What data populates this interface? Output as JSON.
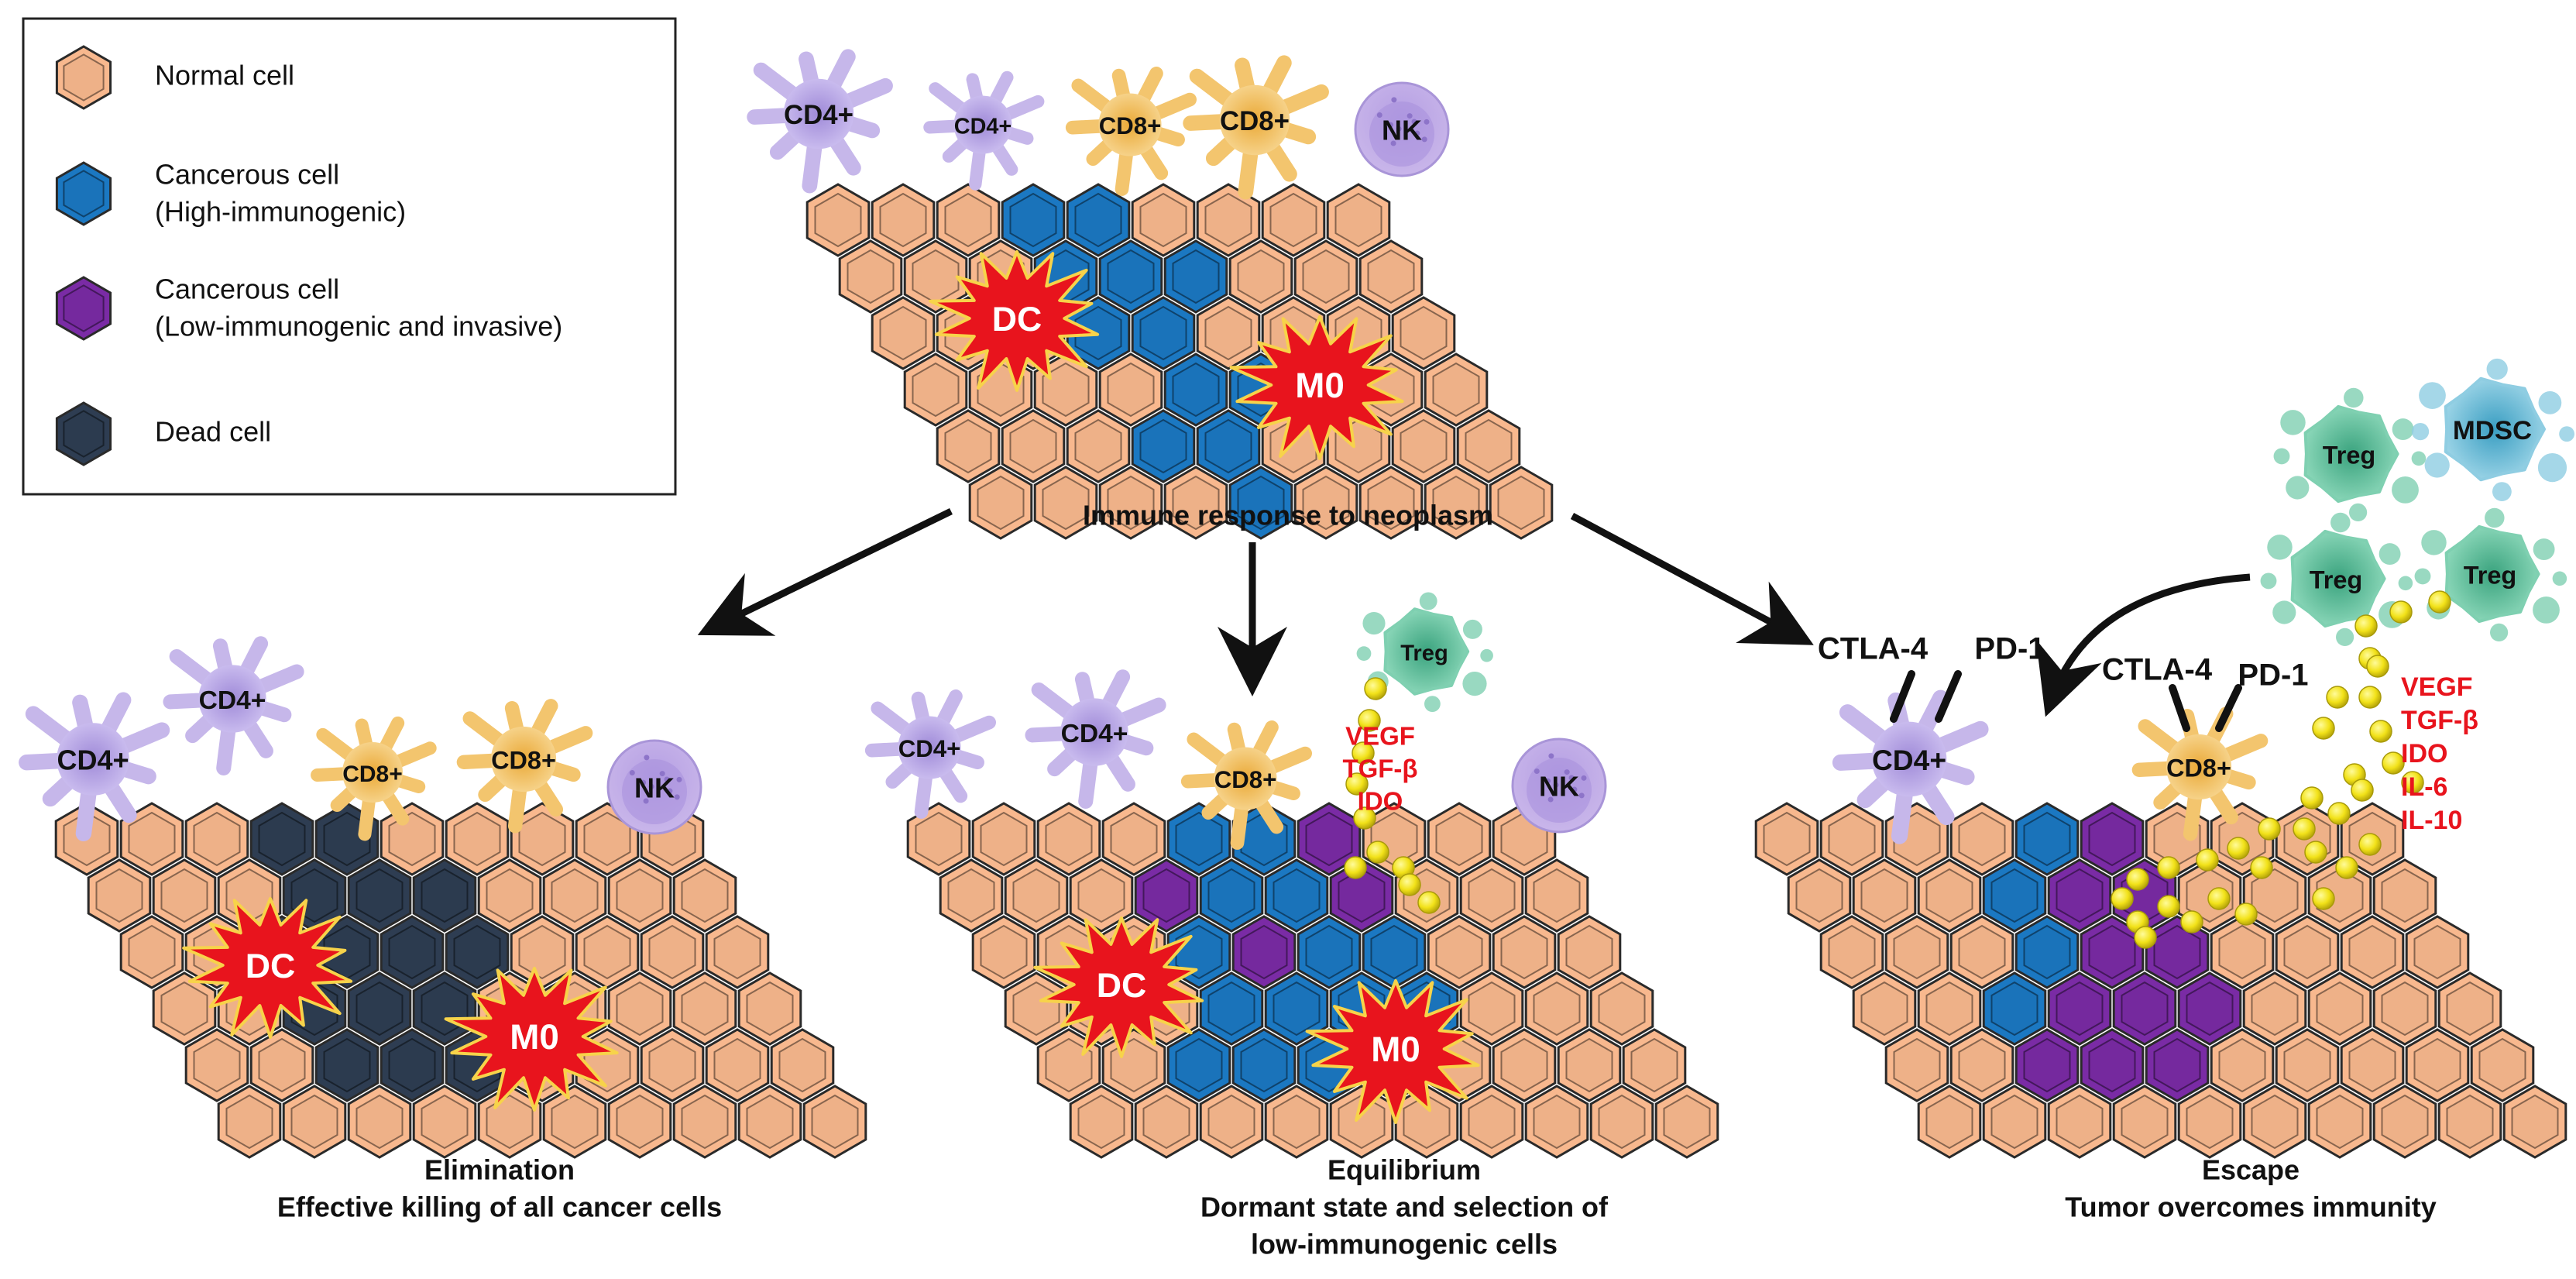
{
  "legend": {
    "items": [
      {
        "type": "normal",
        "lines": [
          "Normal cell"
        ]
      },
      {
        "type": "high",
        "lines": [
          "Cancerous cell",
          "(High-immunogenic)"
        ]
      },
      {
        "type": "low",
        "lines": [
          "Cancerous cell",
          "(Low-immunogenic and invasive)"
        ]
      },
      {
        "type": "dead",
        "lines": [
          "Dead cell"
        ]
      }
    ]
  },
  "colors": {
    "normal": "#f8b88e",
    "high": "#1b78c2",
    "low": "#7a2ba5",
    "dead": "#2e3d52",
    "cd4": "#c6b7ea",
    "cd8": "#f3c56e",
    "nk": "#c4b0e6",
    "treg": "#6fc9a6",
    "mdsc": "#83c5db",
    "burst": "#e8141d",
    "cytokine": "#f2e219",
    "cytokine_text": "#e8141d"
  },
  "cell_labels": {
    "cd4": "CD4+",
    "cd8": "CD8+",
    "nk": "NK",
    "dc": "DC",
    "m0": "M0",
    "treg": "Treg",
    "mdsc": "MDSC",
    "ctla4": "CTLA-4",
    "pd1": "PD-1"
  },
  "panels": {
    "top": {
      "caption": [
        "Immune response to neoplasm"
      ]
    },
    "elimination": {
      "caption": [
        "Elimination",
        "Effective killing of all cancer cells"
      ]
    },
    "equilibrium": {
      "caption": [
        "Equilibrium",
        "Dormant state and selection of",
        "low-immunogenic cells"
      ],
      "cytokines": [
        "VEGF",
        "TGF-β",
        "IDO"
      ]
    },
    "escape": {
      "caption": [
        "Escape",
        "Tumor overcomes immunity"
      ],
      "cytokines": [
        "VEGF",
        "TGF-β",
        "IDO",
        "IL-6",
        "IL-10"
      ]
    }
  }
}
